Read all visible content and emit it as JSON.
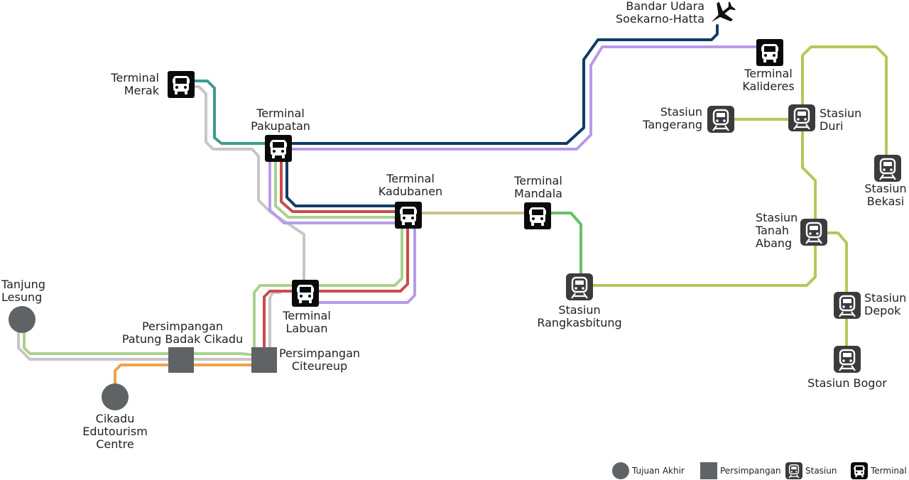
{
  "colors": {
    "teal": "#3d9b8d",
    "grey": "#c6c6c6",
    "navy": "#0f3b66",
    "lavender": "#b79bea",
    "red": "#c84c4a",
    "lightgreen": "#a9d18e",
    "tan": "#cbbf86",
    "green": "#6abf63",
    "olive": "#b7c65a",
    "orange": "#f0a14a",
    "node_dark": "#606366",
    "terminal_bg": "#0a0a0a",
    "station_bg": "#3b3b3d"
  },
  "nodes": {
    "bandara": {
      "name": [
        "Bandar Udara",
        "Soekarno-Hatta"
      ],
      "icon": "airplane-icon"
    },
    "merak": {
      "name": [
        "Terminal",
        "Merak"
      ],
      "icon": "bus-icon"
    },
    "pakupatan": {
      "name": [
        "Terminal",
        "Pakupatan"
      ],
      "icon": "bus-icon"
    },
    "kadubanen": {
      "name": [
        "Terminal",
        "Kadubanen"
      ],
      "icon": "bus-icon"
    },
    "mandala": {
      "name": [
        "Terminal",
        "Mandala"
      ],
      "icon": "bus-icon"
    },
    "kalideres": {
      "name": [
        "Terminal",
        "Kalideres"
      ],
      "icon": "bus-icon"
    },
    "labuan": {
      "name": [
        "Terminal",
        "Labuan"
      ],
      "icon": "bus-icon"
    },
    "tangerang": {
      "name": [
        "Stasiun",
        "Tangerang"
      ],
      "icon": "train-icon"
    },
    "duri": {
      "name": [
        "Stasiun",
        "Duri"
      ],
      "icon": "train-icon"
    },
    "bekasi": {
      "name": [
        "Stasiun",
        "Bekasi"
      ],
      "icon": "train-icon"
    },
    "tanahabang": {
      "name": [
        "Stasiun",
        "Tanah",
        "Abang"
      ],
      "icon": "train-icon"
    },
    "depok": {
      "name": [
        "Stasiun",
        "Depok"
      ],
      "icon": "train-icon"
    },
    "bogor": {
      "name": [
        "Stasiun Bogor"
      ],
      "icon": "train-icon"
    },
    "rangkasbitung": {
      "name": [
        "Stasiun",
        "Rangkasbitung"
      ],
      "icon": "train-icon"
    },
    "tanjung": {
      "name": [
        "Tanjung",
        "Lesung"
      ],
      "icon": "endpoint-circle"
    },
    "cikadu_centre": {
      "name": [
        "Cikadu",
        "Edutourism",
        "Centre"
      ],
      "icon": "endpoint-circle"
    },
    "patung": {
      "name": [
        "Persimpangan",
        "Patung Badak Cikadu"
      ],
      "icon": "junction-square"
    },
    "citeureup": {
      "name": [
        "Persimpangan",
        "Citeureup"
      ],
      "icon": "junction-square"
    }
  },
  "legend": [
    {
      "label": "Tujuan Akhir",
      "icon": "endpoint-circle"
    },
    {
      "label": "Persimpangan",
      "icon": "junction-square"
    },
    {
      "label": "Stasiun",
      "icon": "train-icon"
    },
    {
      "label": "Terminal",
      "icon": "bus-icon"
    }
  ]
}
